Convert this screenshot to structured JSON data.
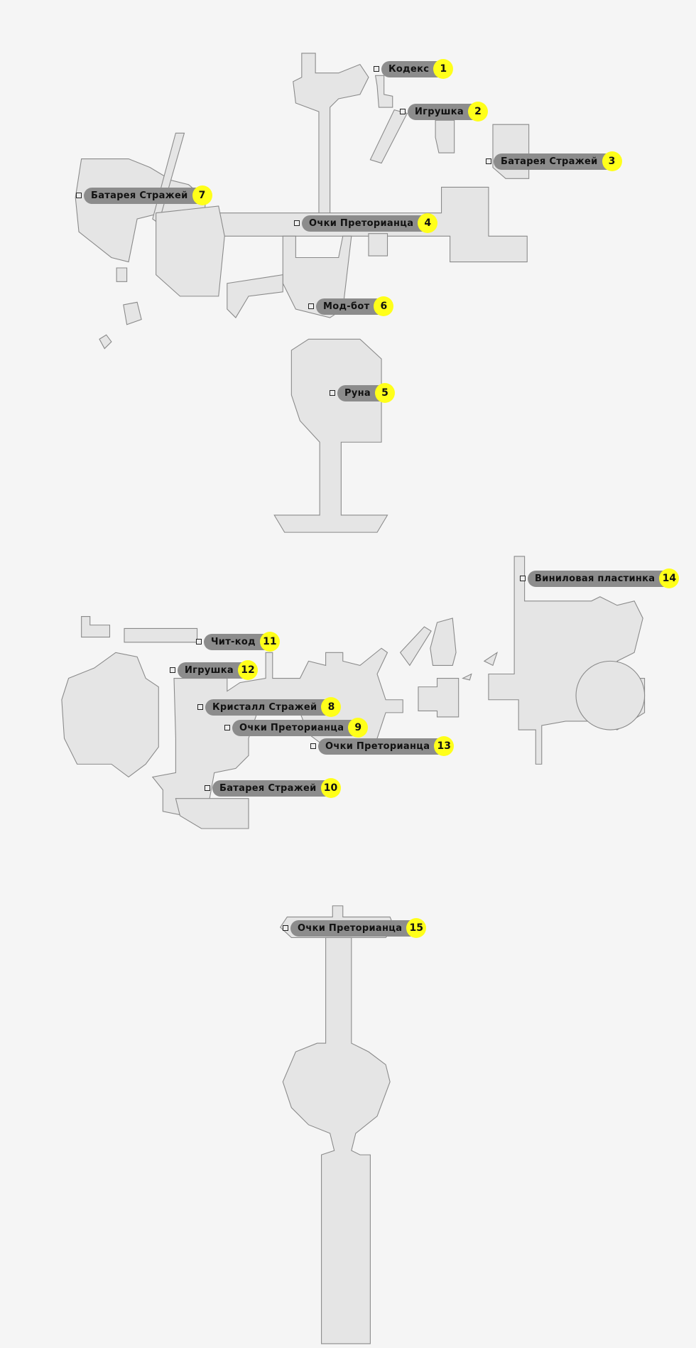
{
  "markers": [
    {
      "n": "1",
      "label": "Кодекс"
    },
    {
      "n": "2",
      "label": "Игрушка"
    },
    {
      "n": "3",
      "label": "Батарея Стражей"
    },
    {
      "n": "4",
      "label": "Очки Преторианца"
    },
    {
      "n": "5",
      "label": "Руна"
    },
    {
      "n": "6",
      "label": "Мод-бот"
    },
    {
      "n": "7",
      "label": "Батарея Стражей"
    },
    {
      "n": "8",
      "label": "Кристалл Стражей"
    },
    {
      "n": "9",
      "label": "Очки Преторианца"
    },
    {
      "n": "10",
      "label": "Батарея Стражей"
    },
    {
      "n": "11",
      "label": "Чит-код"
    },
    {
      "n": "12",
      "label": "Игрушка"
    },
    {
      "n": "13",
      "label": "Очки Преторианца"
    },
    {
      "n": "14",
      "label": "Виниловая пластинка"
    },
    {
      "n": "15",
      "label": "Очки Преторианца"
    }
  ],
  "colors": {
    "background": "#f5f5f5",
    "room": "#e5e5e5",
    "pill": "#8c8c8c",
    "badge": "#ffff1a"
  }
}
